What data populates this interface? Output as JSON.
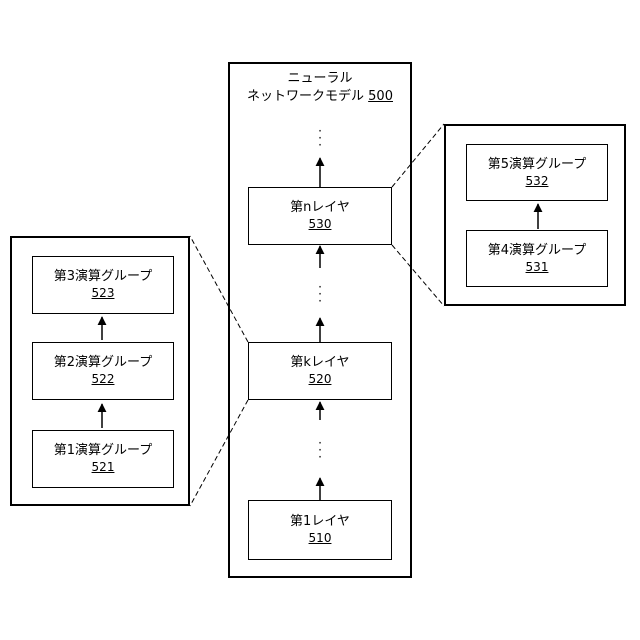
{
  "network": {
    "title_line1": "ニューラル",
    "title_line2": "ネットワークモデル",
    "ref": "500"
  },
  "layers": {
    "n": {
      "label": "第nレイヤ",
      "ref": "530"
    },
    "k": {
      "label": "第kレイヤ",
      "ref": "520"
    },
    "first": {
      "label": "第1レイヤ",
      "ref": "510"
    }
  },
  "left_groups": [
    {
      "label": "第3演算グループ",
      "ref": "523"
    },
    {
      "label": "第2演算グループ",
      "ref": "522"
    },
    {
      "label": "第1演算グループ",
      "ref": "521"
    }
  ],
  "right_groups": [
    {
      "label": "第5演算グループ",
      "ref": "532"
    },
    {
      "label": "第4演算グループ",
      "ref": "531"
    }
  ],
  "ellipsis": "⋮"
}
